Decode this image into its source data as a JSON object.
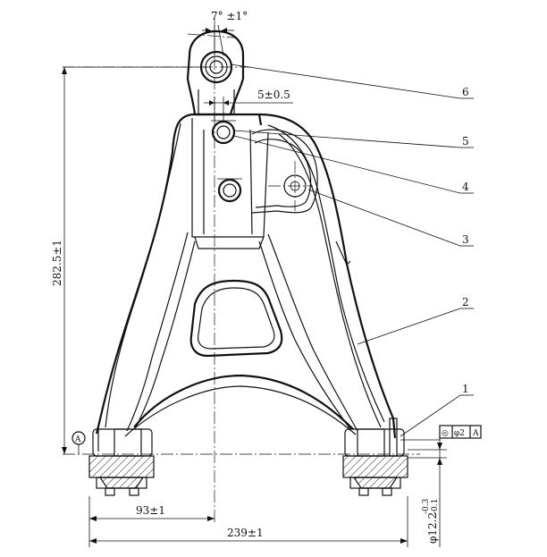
{
  "dimensions": {
    "angle": "7° ±1°",
    "offset": "5±0.5",
    "height": "282.5±1",
    "half_width": "93±1",
    "width": "239±1",
    "bush_dia": "φ12.2",
    "bush_tol_upper": "-0.3",
    "bush_tol_lower": "-0.1"
  },
  "datum": {
    "label": "A"
  },
  "tolerance_frame": {
    "symbol": "◎",
    "value": "φ2",
    "datum": "A"
  },
  "balloons": [
    {
      "id": "6",
      "label": "6"
    },
    {
      "id": "5",
      "label": "5"
    },
    {
      "id": "4",
      "label": "4"
    },
    {
      "id": "3",
      "label": "3"
    },
    {
      "id": "2",
      "label": "2"
    },
    {
      "id": "1",
      "label": "1"
    }
  ]
}
